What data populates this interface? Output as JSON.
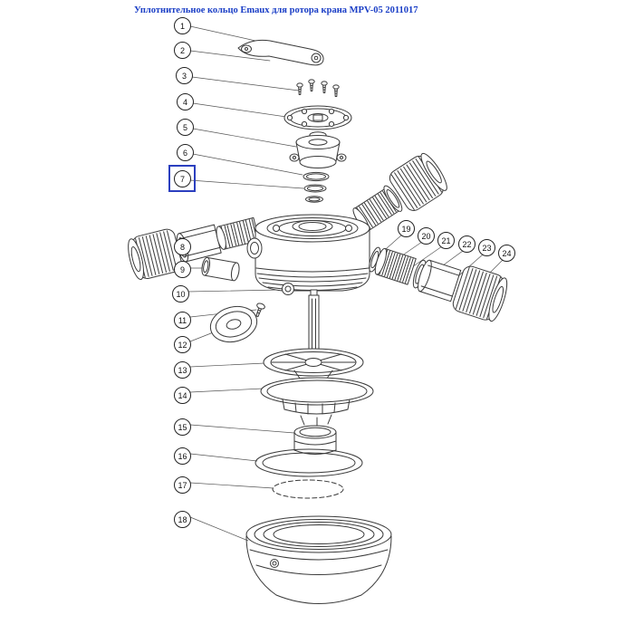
{
  "title": "Уплотнительное кольцо Emaux для ротора крана MPV-05 2011017",
  "colors": {
    "title_blue": "#1a3ec6",
    "highlight_blue": "#2b3fbf",
    "line": "#3a3a3a"
  },
  "highlighted_callout": "7",
  "callouts": [
    {
      "number": "1"
    },
    {
      "number": "2"
    },
    {
      "number": "3"
    },
    {
      "number": "4"
    },
    {
      "number": "5"
    },
    {
      "number": "6"
    },
    {
      "number": "7"
    },
    {
      "number": "8"
    },
    {
      "number": "9"
    },
    {
      "number": "10"
    },
    {
      "number": "11"
    },
    {
      "number": "12"
    },
    {
      "number": "13"
    },
    {
      "number": "14"
    },
    {
      "number": "15"
    },
    {
      "number": "16"
    },
    {
      "number": "17"
    },
    {
      "number": "18"
    },
    {
      "number": "19"
    },
    {
      "number": "20"
    },
    {
      "number": "21"
    },
    {
      "number": "22"
    },
    {
      "number": "23"
    },
    {
      "number": "24"
    }
  ]
}
